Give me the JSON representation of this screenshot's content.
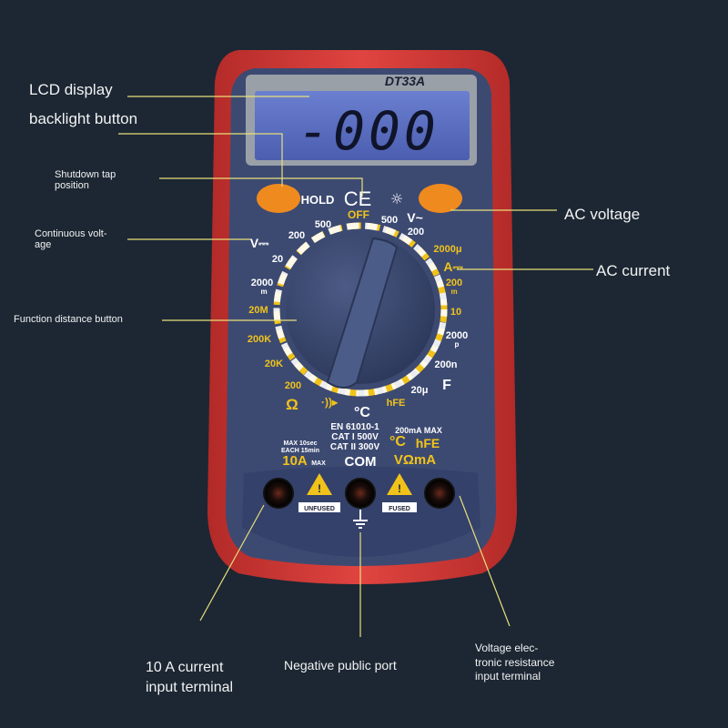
{
  "device": {
    "model": "DT33A",
    "display_reading": "-000",
    "hold_label": "HOLD",
    "ce_mark": "CE",
    "backlight_symbol": "☼",
    "dial": {
      "off": "OFF",
      "dcv_symbol": "V⎓",
      "acv_symbol": "V~",
      "dcv_500": "500",
      "dcv_200": "200",
      "dcv_20": "20",
      "dcv_2000m": "2000",
      "dcv_m": "m",
      "acv_500": "500",
      "acv_200": "200",
      "res_20M": "20M",
      "res_200K": "200K",
      "res_20K": "20K",
      "res_200": "200",
      "ohm": "Ω",
      "diode": "·))▸",
      "temp": "°C",
      "hfe": "hFE",
      "cur_2000u": "2000μ",
      "cur_A": "A⎓",
      "cur_200m": "200",
      "cur_m": "m",
      "cur_10": "10",
      "cap_2000p": "2000",
      "cap_p": "p",
      "cap_200n": "200n",
      "cap_20u": "20μ",
      "cap_F": "F"
    },
    "spec_line1": "EN 61010-1",
    "spec_line2": "CAT I 500V",
    "spec_line3": "CAT II 300V",
    "ma_max": "200mA MAX",
    "right_jack_line1": "°C",
    "right_jack_hfe": "hFE",
    "right_jack_line2": "VΩmA",
    "max_note_line1": "MAX 10sec",
    "max_note_line2": "EACH 15min",
    "tenA": "10A",
    "tenA_max": "MAX",
    "com": "COM",
    "unfused": "UNFUSED",
    "fused": "FUSED"
  },
  "annotations": {
    "lcd_display": "LCD display",
    "backlight_button": "backlight button",
    "shutdown_tap": "Shutdown tap\nposition",
    "continuous_voltage": "Continuous volt-\nage",
    "function_button": "Function distance button",
    "ac_voltage": "AC voltage",
    "ac_current": "AC current",
    "ten_a_terminal": "10 A current\ninput terminal",
    "negative_port": "Negative public port",
    "voltage_terminal": "Voltage elec-\ntronic resistance\ninput terminal"
  },
  "colors": {
    "background": "#1c2733",
    "case_red": "#d23a36",
    "panel_blue": "#3c4a72",
    "lcd_blue": "#5b6fc0",
    "dial_yellow": "#f1c31a",
    "button_orange": "#ef8a1e",
    "leader_line": "#e8e07a"
  }
}
